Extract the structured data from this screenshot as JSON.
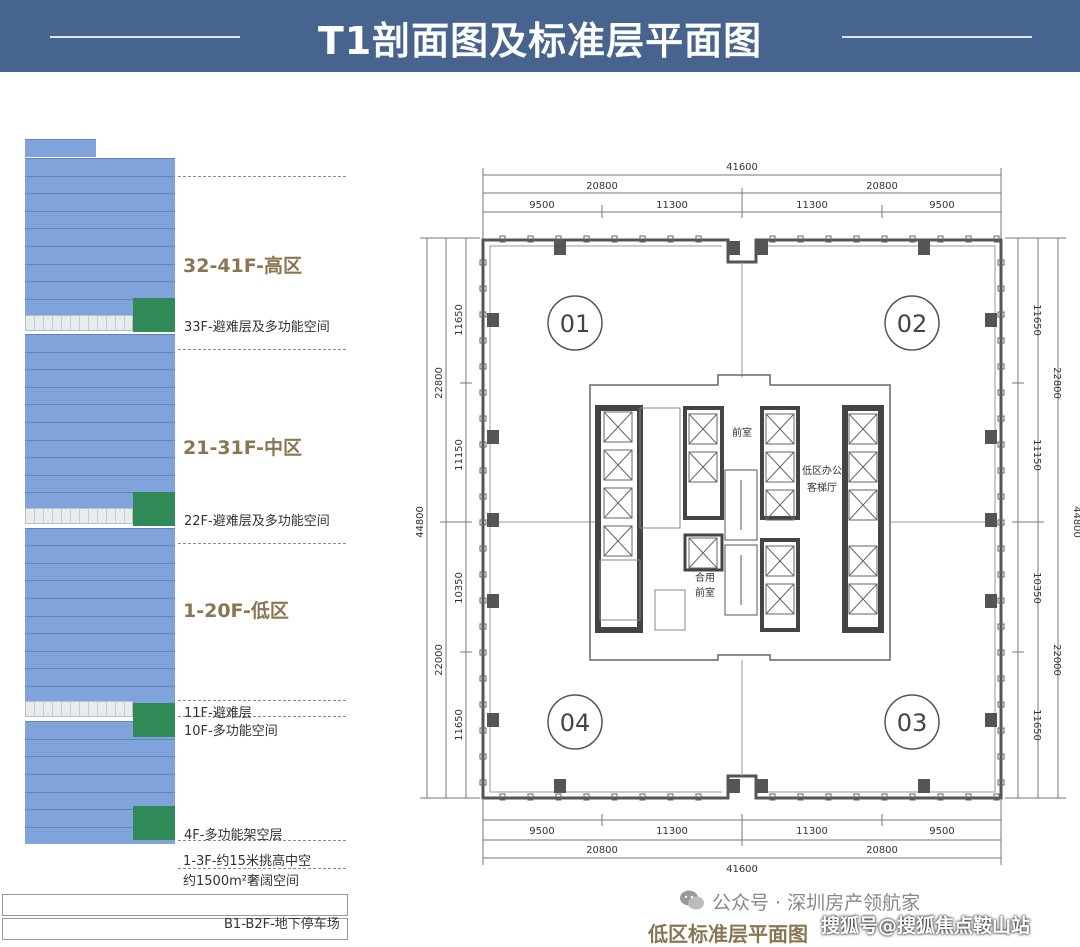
{
  "header": {
    "title": "T1剖面图及标准层平面图"
  },
  "section": {
    "zones": [
      {
        "label": "32-41F-高区"
      },
      {
        "label": "21-31F-中区"
      },
      {
        "label": "1-20F-低区"
      }
    ],
    "floor_labels": [
      {
        "label": "33F-避难层及多功能空间"
      },
      {
        "label": "22F-避难层及多功能空间"
      },
      {
        "label": "11F-避难层"
      },
      {
        "label": "10F-多功能空间"
      },
      {
        "label": "4F-多功能架空层"
      },
      {
        "label": "1-3F-约15米挑高中空"
      },
      {
        "label": "约1500m²奢阔空间"
      },
      {
        "label": "B1-B2F-地下停车场"
      }
    ]
  },
  "plan": {
    "caption": "低区标准层平面图",
    "units": [
      "01",
      "02",
      "03",
      "04"
    ],
    "rooms": {
      "front_room": "前室",
      "lobby_line1": "低区办公",
      "lobby_line2": "客梯厅",
      "shared_line1": "合用",
      "shared_line2": "前室"
    },
    "dims_top": {
      "total": "41600",
      "half_left": "20800",
      "half_right": "20800",
      "seg": [
        "9500",
        "11300",
        "11300",
        "9500"
      ]
    },
    "dims_bottom": {
      "total": "41600",
      "half_left": "20800",
      "half_right": "20800",
      "seg": [
        "9500",
        "11300",
        "11300",
        "9500"
      ]
    },
    "dims_left": {
      "total": "44800",
      "half_top": "22800",
      "half_bottom": "22000",
      "seg": [
        "11650",
        "11150",
        "10350",
        "11650"
      ]
    },
    "dims_right": {
      "total": "44800",
      "half_top": "22800",
      "half_bottom": "22000",
      "seg": [
        "11650",
        "11150",
        "10350",
        "11650"
      ]
    }
  },
  "watermark": {
    "wechat": "公众号 · 深圳房产领航家",
    "sohu": "搜狐号@搜狐焦点鞍山站"
  },
  "colors": {
    "header_bg": "#46648e",
    "floor_blue": "#7fa3da",
    "refuge_green": "#2f8a58",
    "zone_text": "#8a7652"
  }
}
